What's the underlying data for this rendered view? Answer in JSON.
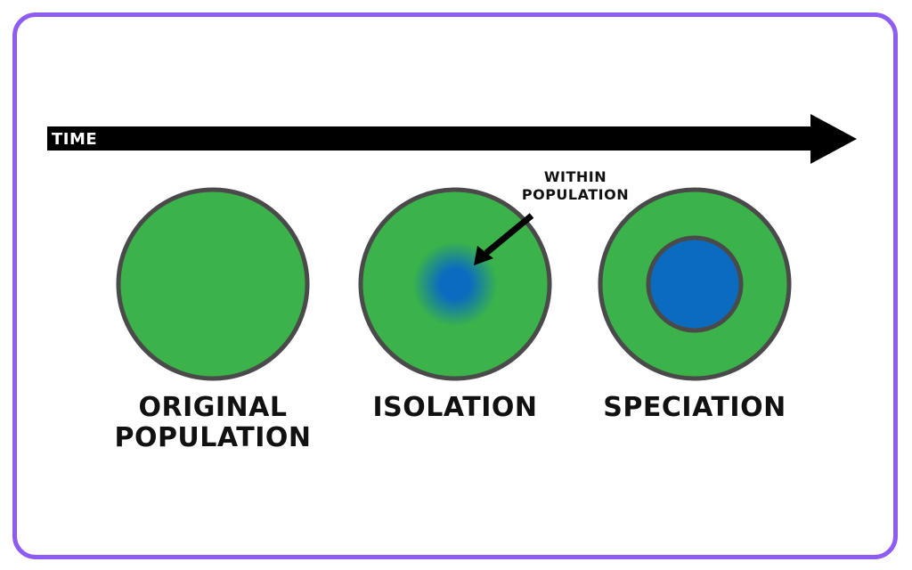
{
  "timeline": {
    "label": "TIME"
  },
  "stages": [
    {
      "name": "original",
      "label_lines": [
        "ORIGINAL",
        "POPULATION"
      ]
    },
    {
      "name": "isolation",
      "label_lines": [
        "ISOLATION"
      ]
    },
    {
      "name": "speciation",
      "label_lines": [
        "SPECIATION"
      ]
    }
  ],
  "callout": {
    "label_lines": [
      "WITHIN",
      "POPULATION"
    ]
  },
  "colors": {
    "frame": "#8e5cf3",
    "population_green": "#3bb34a",
    "isolated_blue": "#0b6cbf",
    "circle_outline": "#4a4a4a",
    "arrow": "#000000"
  }
}
